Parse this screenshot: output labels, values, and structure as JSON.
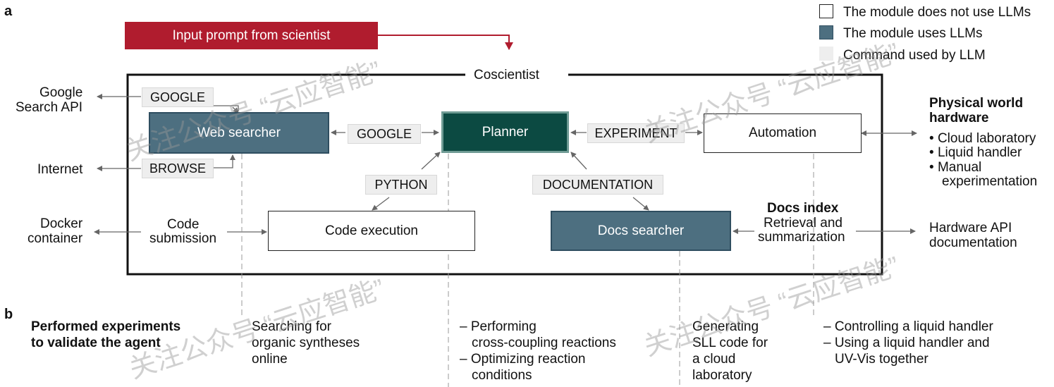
{
  "panel_labels": {
    "a": "a",
    "b": "b"
  },
  "legend": {
    "no_llm": "The module does not use LLMs",
    "uses_llm": "The module uses LLMs",
    "command": "Command used by LLM"
  },
  "input_prompt": "Input prompt from scientist",
  "container_title": "Coscientist",
  "modules": {
    "web_searcher": "Web searcher",
    "planner": "Planner",
    "automation": "Automation",
    "code_execution": "Code execution",
    "docs_searcher": "Docs searcher"
  },
  "commands": {
    "google_top": "GOOGLE",
    "browse": "BROWSE",
    "google_mid": "GOOGLE",
    "experiment": "EXPERIMENT",
    "python": "PYTHON",
    "documentation": "DOCUMENTATION"
  },
  "external": {
    "google_api_1": "Google",
    "google_api_2": "Search API",
    "internet": "Internet",
    "docker_1": "Docker",
    "docker_2": "container",
    "code_sub_1": "Code",
    "code_sub_2": "submission",
    "docs_index_title": "Docs index",
    "docs_index_1": "Retrieval and",
    "docs_index_2": "summarization",
    "hw_api_1": "Hardware API",
    "hw_api_2": "documentation",
    "phys_title_1": "Physical world",
    "phys_title_2": "hardware",
    "phys_items": [
      "Cloud laboratory",
      "Liquid handler",
      "Manual"
    ],
    "phys_item_cont": "experimentation"
  },
  "experiments": {
    "title_1": "Performed experiments",
    "title_2": "to validate the agent",
    "col1": [
      "Searching for",
      "organic syntheses",
      "online"
    ],
    "col2": [
      "– Performing",
      "cross-coupling reactions",
      "– Optimizing reaction",
      "conditions"
    ],
    "col3": [
      "Generating",
      "SLL code for",
      "a cloud",
      "laboratory"
    ],
    "col4": [
      "– Controlling a liquid handler",
      "– Using a liquid handler and",
      "UV-Vis together"
    ]
  },
  "watermark": [
    "关注公众号 “云应智能”",
    "关注公众号 “云应智能”",
    "关注公众号 “云应智能”",
    "关注公众号 “云应智能”"
  ],
  "colors": {
    "llm_fill": "#4d6f80",
    "planner_fill": "#0c4a42",
    "prompt_fill": "#b01c2e",
    "command_fill": "#eeeeee"
  }
}
